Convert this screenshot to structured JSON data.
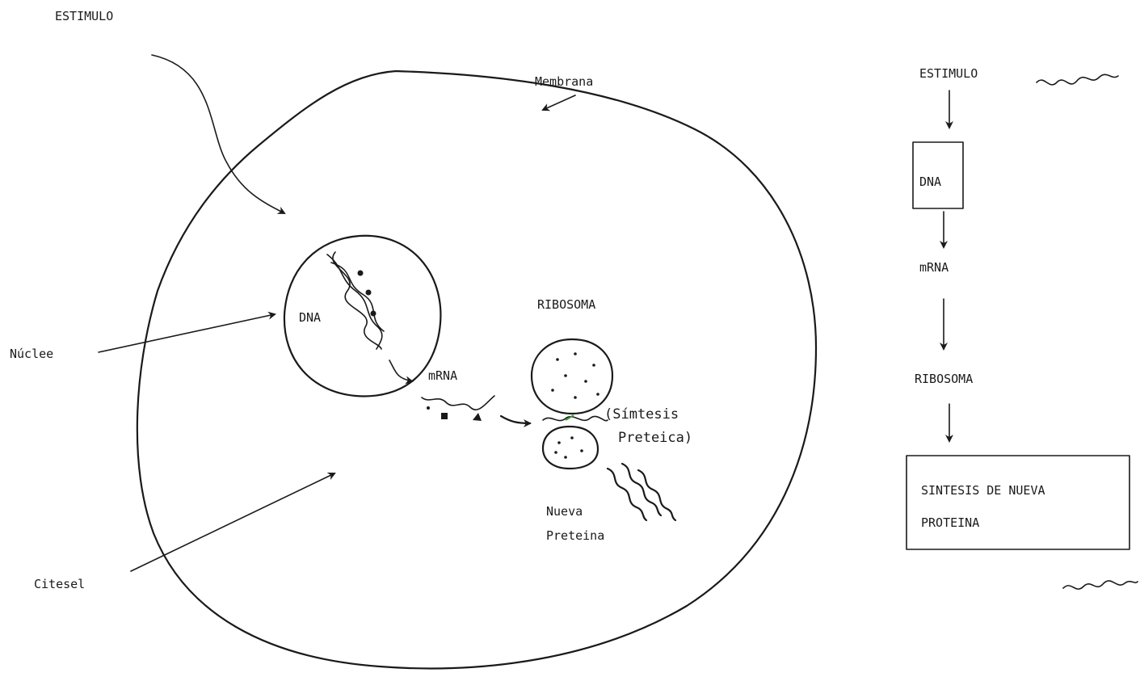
{
  "cell_diagram": {
    "stimulus_label": "ESTIMULO",
    "membrane_label": "Membrana",
    "nucleus_label": "Núclee",
    "cytosol_label": "Citesel",
    "dna_label": "DNA",
    "mrna_label": "mRNA",
    "ribosome_label": "RIBOSOMA",
    "synthesis_label_line1": "(Símtesis",
    "synthesis_label_line2": "Preteica)",
    "new_protein_line1": "Nueva",
    "new_protein_line2": "Preteina"
  },
  "flowchart": {
    "step1": "ESTIMULO",
    "step2": "DNA",
    "step3": "mRNA",
    "step4": "RIBOSOMA",
    "step5_line1": "SINTESIS DE NUEVA",
    "step5_line2": "PROTEINA"
  },
  "colors": {
    "ink": "#1a1a1a",
    "paper": "#ffffff",
    "accent": "#3a9a3a"
  }
}
